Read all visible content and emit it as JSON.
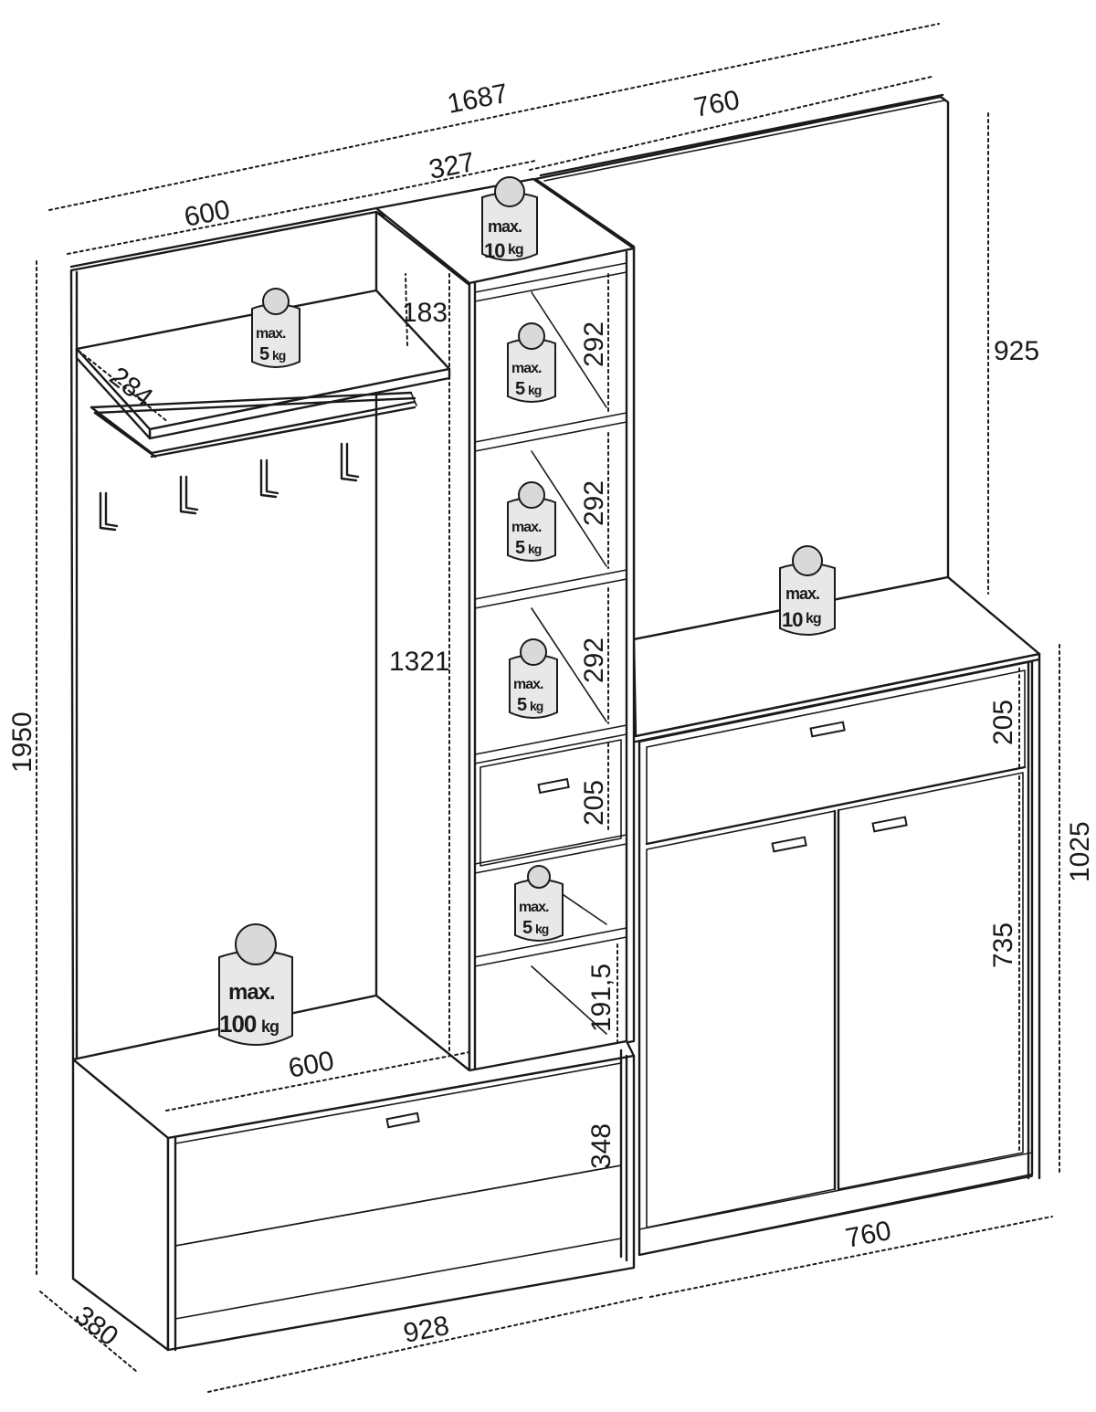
{
  "dimensions": {
    "total_width": "1687",
    "right_panel_width": "760",
    "tower_width": "327",
    "left_width": "600",
    "shelf_depth": "284",
    "top_shelf_gap": "183",
    "tower_height": "1321",
    "compartment_1": "292",
    "compartment_2": "292",
    "compartment_3": "292",
    "tower_drawer": "205",
    "bottom_compartment": "191,5",
    "right_back_height": "925",
    "cabinet_drawer": "205",
    "cabinet_height": "1025",
    "cabinet_door": "735",
    "bench_width": "600",
    "bench_drawer": "348",
    "total_height": "1950",
    "depth": "380",
    "bench_total_width": "928",
    "cabinet_width": "760"
  },
  "weights": {
    "tower_top": {
      "max": "max.",
      "value": "10",
      "unit": "kg"
    },
    "hat_shelf": {
      "max": "max.",
      "value": "5",
      "unit": "kg"
    },
    "tower_shelf_1": {
      "max": "max.",
      "value": "5",
      "unit": "kg"
    },
    "tower_shelf_2": {
      "max": "max.",
      "value": "5",
      "unit": "kg"
    },
    "tower_shelf_3": {
      "max": "max.",
      "value": "5",
      "unit": "kg"
    },
    "tower_shelf_4": {
      "max": "max.",
      "value": "5",
      "unit": "kg"
    },
    "cabinet_top": {
      "max": "max.",
      "value": "10",
      "unit": "kg"
    },
    "bench_seat": {
      "max": "max.",
      "value": "100",
      "unit": "kg"
    }
  }
}
